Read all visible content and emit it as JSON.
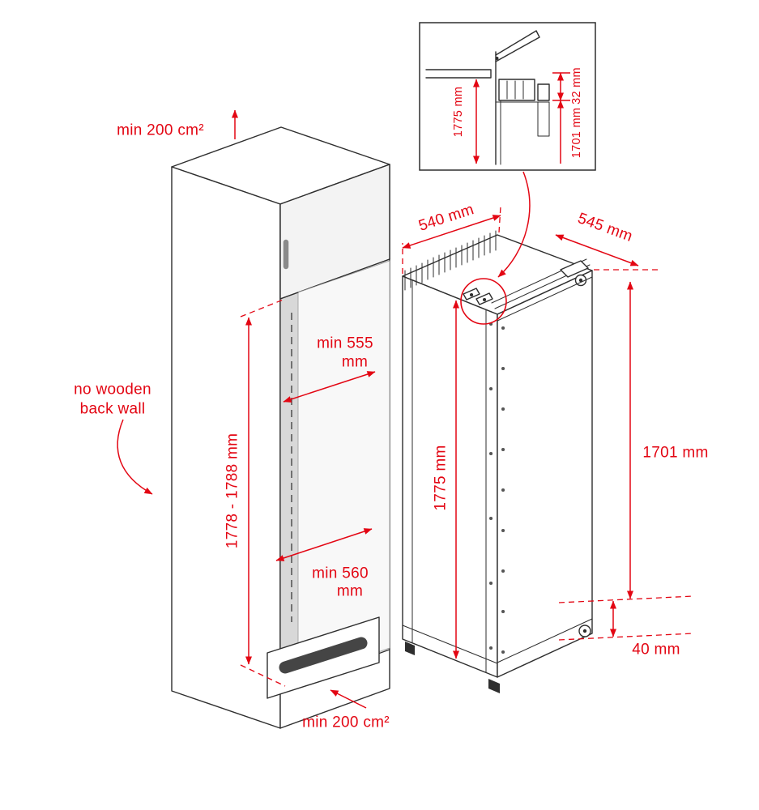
{
  "diagram": {
    "subject": "built-in refrigerator installation dimensions",
    "accent_color": "#e30613",
    "line_color": "#2e2e2e"
  },
  "niche": {
    "top_ventilation": "min 200 cm²",
    "back_wall_note_line1": "no wooden",
    "back_wall_note_line2": "back wall",
    "height": "1778 - 1788 mm",
    "depth_line1": "min 555",
    "depth_line2": "mm",
    "width_line1": "min 560",
    "width_line2": "mm",
    "bottom_ventilation": "min 200 cm²"
  },
  "appliance": {
    "top_depth": "540 mm",
    "top_width": "545 mm",
    "height": "1775 mm",
    "front_height": "1701 mm",
    "foot_adjustment": "40 mm"
  },
  "detail_inset": {
    "niche_height": "1775 mm",
    "top_clearance": "32 mm",
    "front_height": "1701 mm"
  }
}
